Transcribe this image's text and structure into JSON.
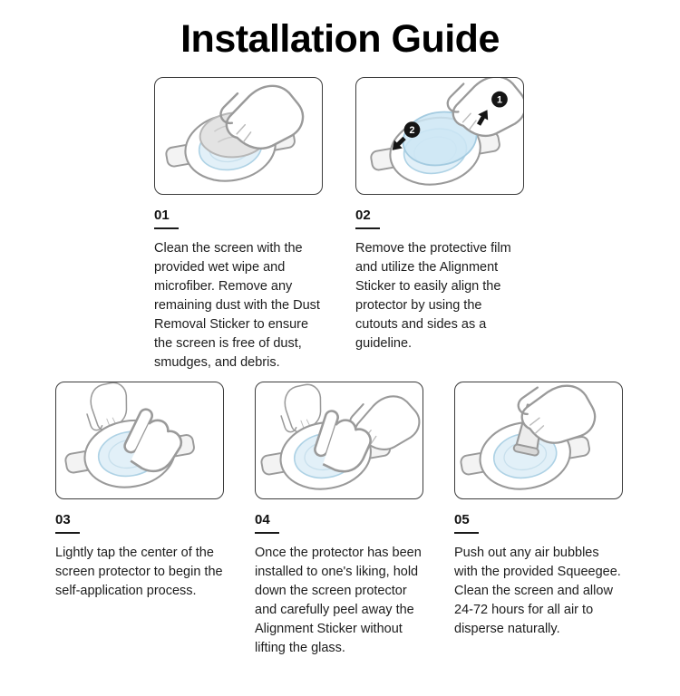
{
  "page": {
    "title": "Installation Guide"
  },
  "colors": {
    "outline_gray": "#9a9a9a",
    "panel_border": "#3c3c3c",
    "protector_blue": "#cde6f4",
    "badge_black": "#151515"
  },
  "steps": [
    {
      "number": "01",
      "illustration": "clean-screen",
      "text": "Clean the screen with the provided wet wipe and microfiber. Remove any remaining dust with the Dust Removal Sticker to ensure the screen is free of dust, smudges, and debris."
    },
    {
      "number": "02",
      "illustration": "align-protector",
      "badges": [
        "1",
        "2"
      ],
      "text": "Remove the protective film and utilize the Alignment Sticker to easily align the protector by using the cutouts and sides as a guideline."
    },
    {
      "number": "03",
      "illustration": "tap-center",
      "text": "Lightly tap the center of the screen protector to begin the self-application process."
    },
    {
      "number": "04",
      "illustration": "peel-sticker",
      "text": "Once the protector has been installed to one's liking, hold down the screen protector and carefully peel away the Alignment Sticker without lifting the glass."
    },
    {
      "number": "05",
      "illustration": "push-bubbles",
      "text": "Push out any air bubbles with the provided Squeegee. Clean the screen and allow 24-72 hours for all air to disperse naturally."
    }
  ]
}
